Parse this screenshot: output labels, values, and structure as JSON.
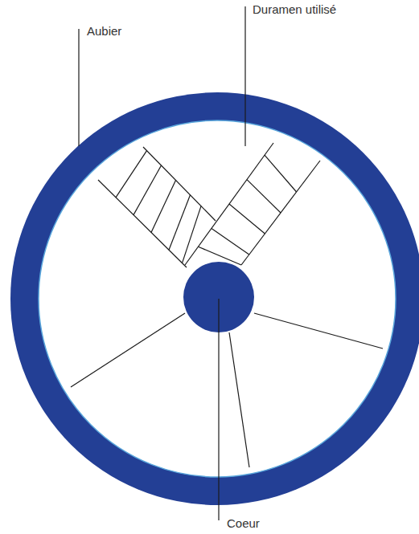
{
  "diagram": {
    "labels": [
      "Aubier",
      "Duramen utilisé",
      "Coeur"
    ]
  }
}
